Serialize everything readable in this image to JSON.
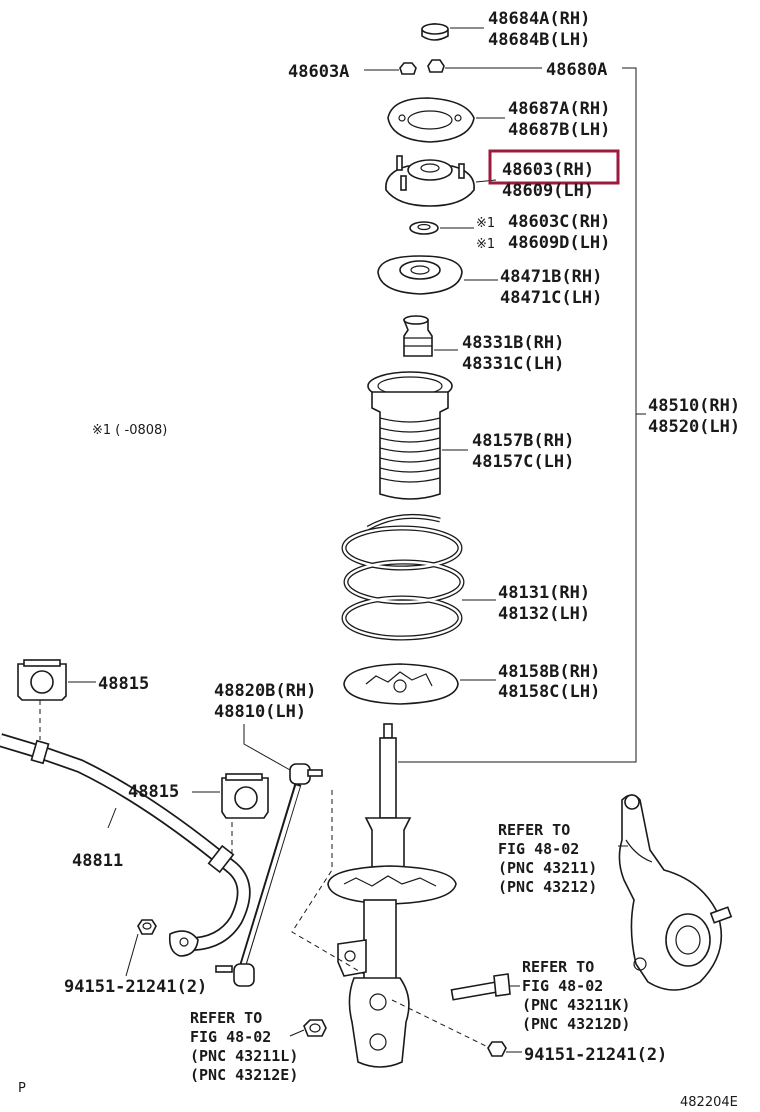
{
  "labels": {
    "l48684": [
      "48684A(RH)",
      "48684B(LH)"
    ],
    "l48603a": "48603A",
    "l48680a": "48680A",
    "l48687": [
      "48687A(RH)",
      "48687B(LH)"
    ],
    "l48603": [
      "48603(RH)",
      "48609(LH)"
    ],
    "l48603c": [
      "48603C(RH)",
      "48609D(LH)"
    ],
    "mark1": "※1",
    "l48471": [
      "48471B(RH)",
      "48471C(LH)"
    ],
    "l48331": [
      "48331B(RH)",
      "48331C(LH)"
    ],
    "l48510": [
      "48510(RH)",
      "48520(LH)"
    ],
    "note": "※1 (      -0808)",
    "l48157": [
      "48157B(RH)",
      "48157C(LH)"
    ],
    "l48131": [
      "48131(RH)",
      "48132(LH)"
    ],
    "l48158": [
      "48158B(RH)",
      "48158C(LH)"
    ],
    "l48815a": "48815",
    "l48820": [
      "48820B(RH)",
      "48810(LH)"
    ],
    "l48815b": "48815",
    "l48811": "48811",
    "refer1": [
      "REFER TO",
      "FIG 48-02",
      "(PNC 43211)",
      "(PNC 43212)"
    ],
    "refer2": [
      "REFER TO",
      "FIG 48-02",
      "(PNC 43211K)",
      "(PNC 43212D)"
    ],
    "refer3": [
      "REFER TO",
      "FIG 48-02",
      "(PNC 43211L)",
      "(PNC 43212E)"
    ],
    "l94151a": "94151-21241(2)",
    "l94151b": "94151-21241(2)",
    "corner_p": "P",
    "fig_code": "482204E"
  },
  "highlight_part": "48603(RH)",
  "colors": {
    "highlight": "#9b1b3c",
    "ink": "#1a1a1a"
  }
}
